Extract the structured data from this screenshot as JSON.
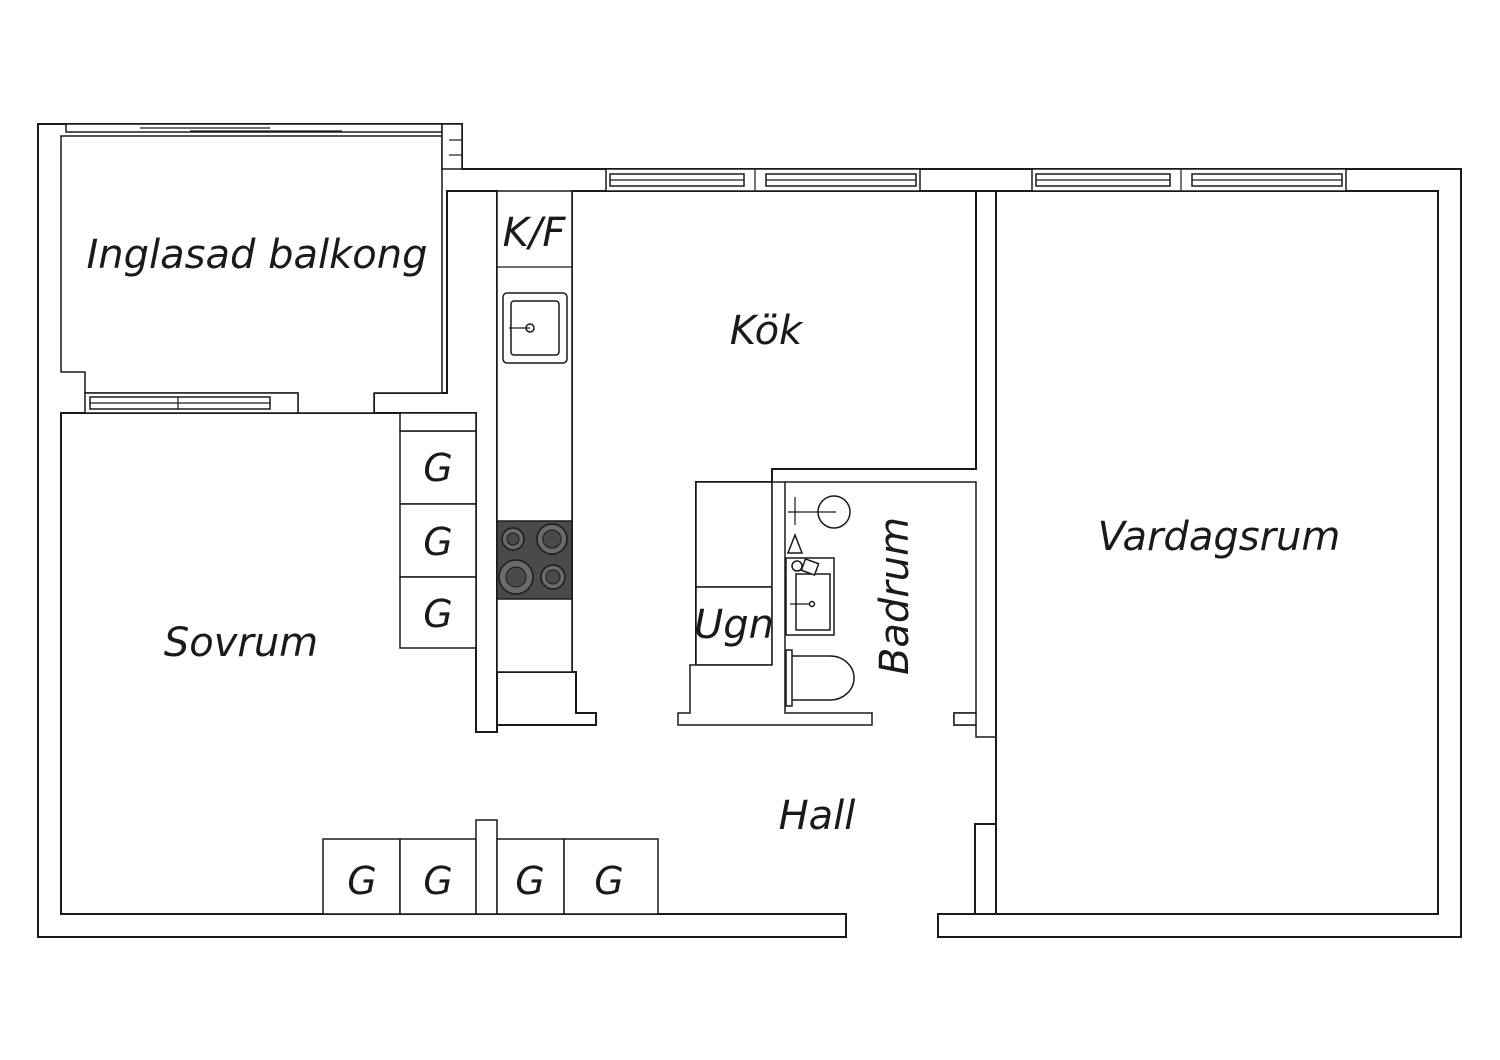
{
  "plan": {
    "rooms": {
      "balcony": "Inglasad balkong",
      "kitchen": "Kök",
      "fridge": "K/F",
      "oven": "Ugn",
      "bathroom": "Badrum",
      "living": "Vardagsrum",
      "bedroom": "Sovrum",
      "hall": "Hall"
    },
    "closet_label": "G"
  }
}
